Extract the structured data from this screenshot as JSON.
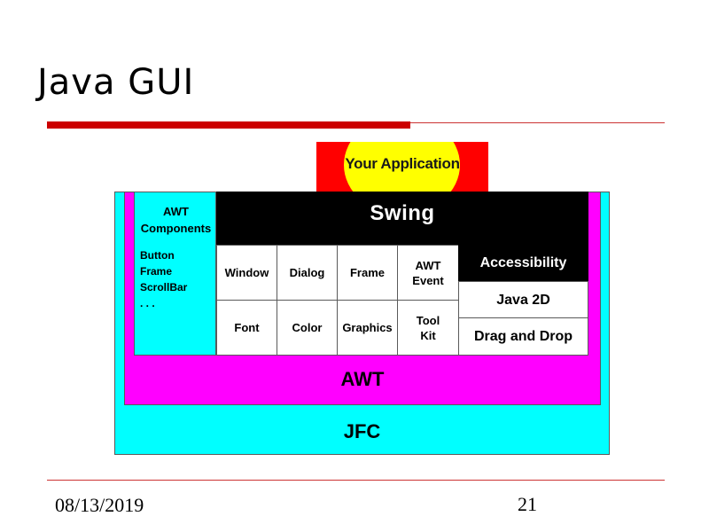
{
  "slide": {
    "title": "Java GUI",
    "date": "08/13/2019",
    "page_number": "21"
  },
  "diagram": {
    "application": "Your Application",
    "swing": "Swing",
    "awt": "AWT",
    "jfc": "JFC",
    "awt_components": {
      "title_line1": "AWT",
      "title_line2": "Components",
      "items": [
        "Button",
        "Frame",
        "ScrollBar",
        ". . ."
      ]
    },
    "grid_row1": [
      "Window",
      "Dialog",
      "Frame"
    ],
    "awt_event": {
      "line1": "AWT",
      "line2": "Event"
    },
    "grid_row2": [
      "Font",
      "Color",
      "Graphics"
    ],
    "tool_kit": {
      "line1": "Tool",
      "line2": "Kit"
    },
    "accessibility": "Accessibility",
    "java2d": "Java 2D",
    "drag_and_drop": "Drag and Drop"
  },
  "colors": {
    "title_rule": "#cc0000",
    "application_bg": "#ff0000",
    "application_oval": "#ffff00",
    "jfc": "#00ffff",
    "awt": "#ff00ff",
    "swing": "#000000"
  }
}
